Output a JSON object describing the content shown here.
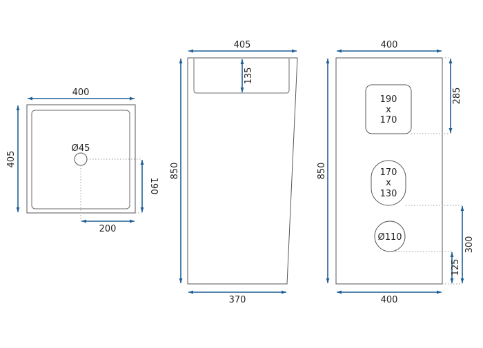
{
  "colors": {
    "dimension": "#1f5f96",
    "outline": "#555555",
    "guide": "#9a9a9a"
  },
  "top_view": {
    "width": "400",
    "depth": "405",
    "drain": "Ø45",
    "drain_x": "200",
    "drain_y": "190"
  },
  "side_view": {
    "top_width": "405",
    "basin_depth": "135",
    "height": "850",
    "bottom_width": "370"
  },
  "back_view": {
    "top_width": "400",
    "height": "850",
    "bottom_width": "400",
    "upper_hole": {
      "line1": "190",
      "line2": "x",
      "line3": "170"
    },
    "middle_hole": {
      "line1": "170",
      "line2": "x",
      "line3": "130"
    },
    "lower_hole": "Ø110",
    "upper_offset": "285",
    "middle_offset": "300",
    "lower_offset": "125"
  }
}
